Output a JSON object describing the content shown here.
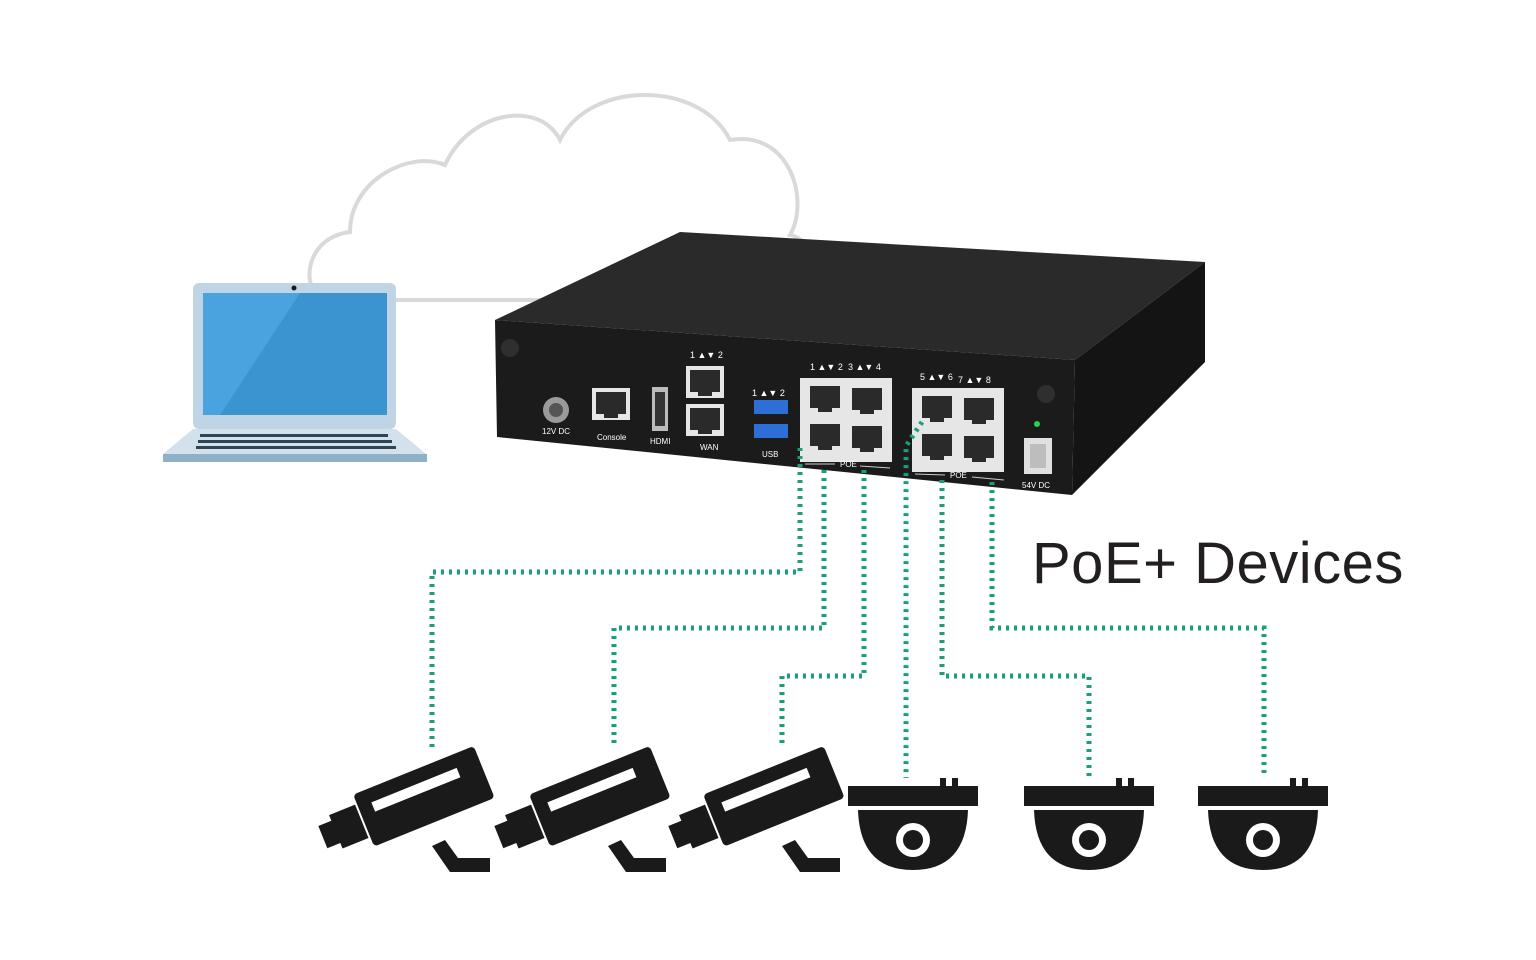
{
  "caption": "PoE+ Devices",
  "device": {
    "port_labels": {
      "dc_in": "12V DC",
      "console": "Console",
      "hdmi": "HDMI",
      "wan": "WAN",
      "usb": "USB",
      "poe_left": "POE",
      "poe_right": "POE",
      "dc_out": "54V DC"
    },
    "port_numbers": {
      "wan": "1 ▲▼ 2",
      "usb": "1 ▲▼ 2",
      "poe_a": "1 ▲▼ 2",
      "poe_b": "3 ▲▼ 4",
      "poe_c": "5 ▲▼ 6",
      "poe_d": "7 ▲▼ 8"
    }
  },
  "colors": {
    "link": "#1a9e7e",
    "laptop_screen": "#4aa3df",
    "laptop_frame": "#bfd4e4",
    "device_body": "#1b1b1b",
    "camera": "#1a1a1a",
    "cloud_stroke": "#d9d9d9"
  },
  "icons": [
    "cloud-icon",
    "laptop-icon",
    "bullet-camera-icon",
    "dome-camera-icon"
  ]
}
